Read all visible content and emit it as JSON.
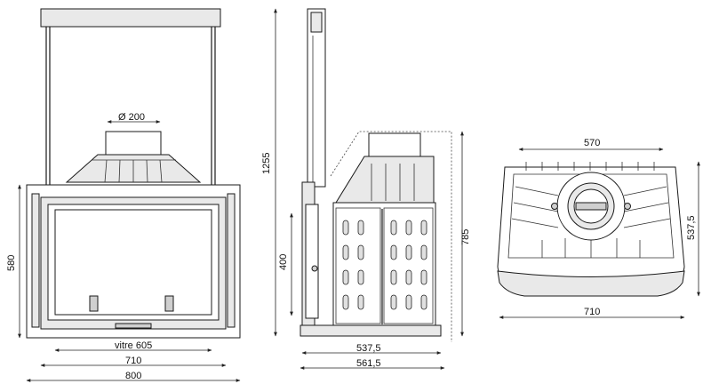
{
  "front_view": {
    "flue_diameter": "Ø 200",
    "height": "580",
    "glass_width": "vitre 605",
    "inner_width": "710",
    "overall_width": "800"
  },
  "side_view": {
    "total_height": "1255",
    "door_height": "400",
    "depth_inner": "537,5",
    "depth_overall": "561,5",
    "body_height": "785"
  },
  "top_view": {
    "top_width": "570",
    "bottom_width": "710",
    "depth": "537,5"
  }
}
